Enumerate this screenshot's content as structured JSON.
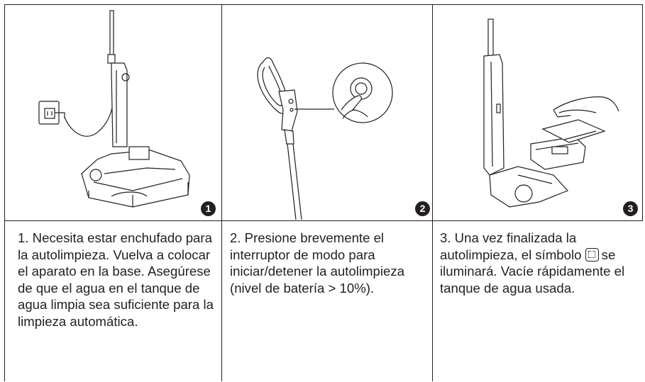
{
  "steps": [
    {
      "number": "1",
      "text": "1. Necesita estar enchufado para la autolimpieza. Vuelva a colocar el aparato en la base. Asegúrese de que el agua en el tanque de agua limpia sea suficiente para la limpieza automática."
    },
    {
      "number": "2",
      "text": "2. Presione brevemente el interruptor de modo para iniciar/detener la autolimpieza (nivel de batería > 10%)."
    },
    {
      "number": "3",
      "text_before": "3. Una vez finalizada la autolimpieza, el símbolo",
      "text_after": "se iluminará. Vacíe rápidamente el tanque de agua usada.",
      "symbol_icon": "self-cleaning-symbol-icon"
    }
  ]
}
